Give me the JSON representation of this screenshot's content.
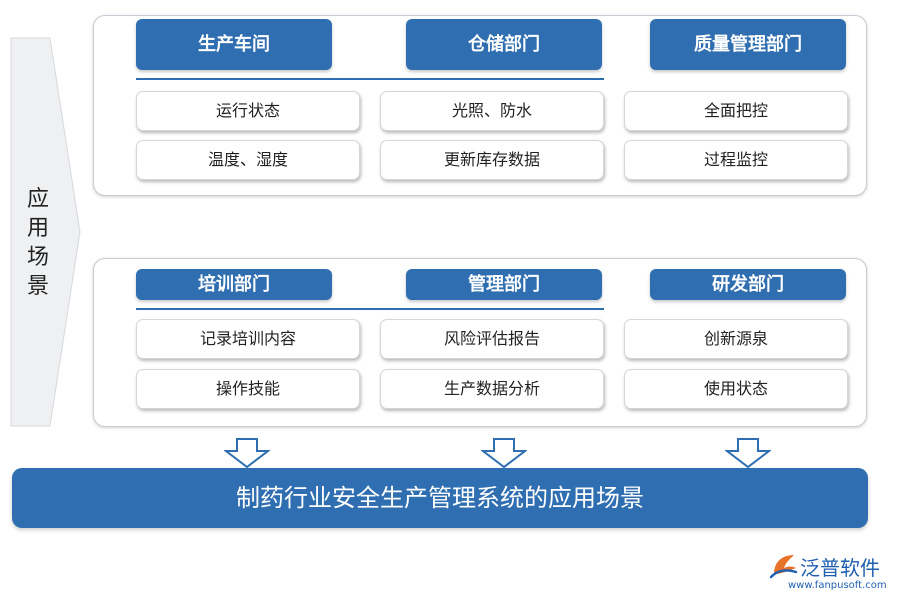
{
  "side_label": "应用场景",
  "groups": [
    {
      "departments": [
        "生产车间",
        "仓储部门",
        "质量管理部门"
      ],
      "items": [
        [
          "运行状态",
          "温度、湿度"
        ],
        [
          "光照、防水",
          "更新库存数据"
        ],
        [
          "全面把控",
          "过程监控"
        ]
      ]
    },
    {
      "departments": [
        "培训部门",
        "管理部门",
        "研发部门"
      ],
      "items": [
        [
          "记录培训内容",
          "操作技能"
        ],
        [
          "风险评估报告",
          "生产数据分析"
        ],
        [
          "创新源泉",
          "使用状态"
        ]
      ]
    }
  ],
  "banner": "制药行业安全生产管理系统的应用场景",
  "logo": {
    "name": "泛普软件",
    "url": "www.fanpusoft.com"
  },
  "colors": {
    "primary": "#2f6eb0",
    "arrow_fill": "#eef0f2"
  }
}
